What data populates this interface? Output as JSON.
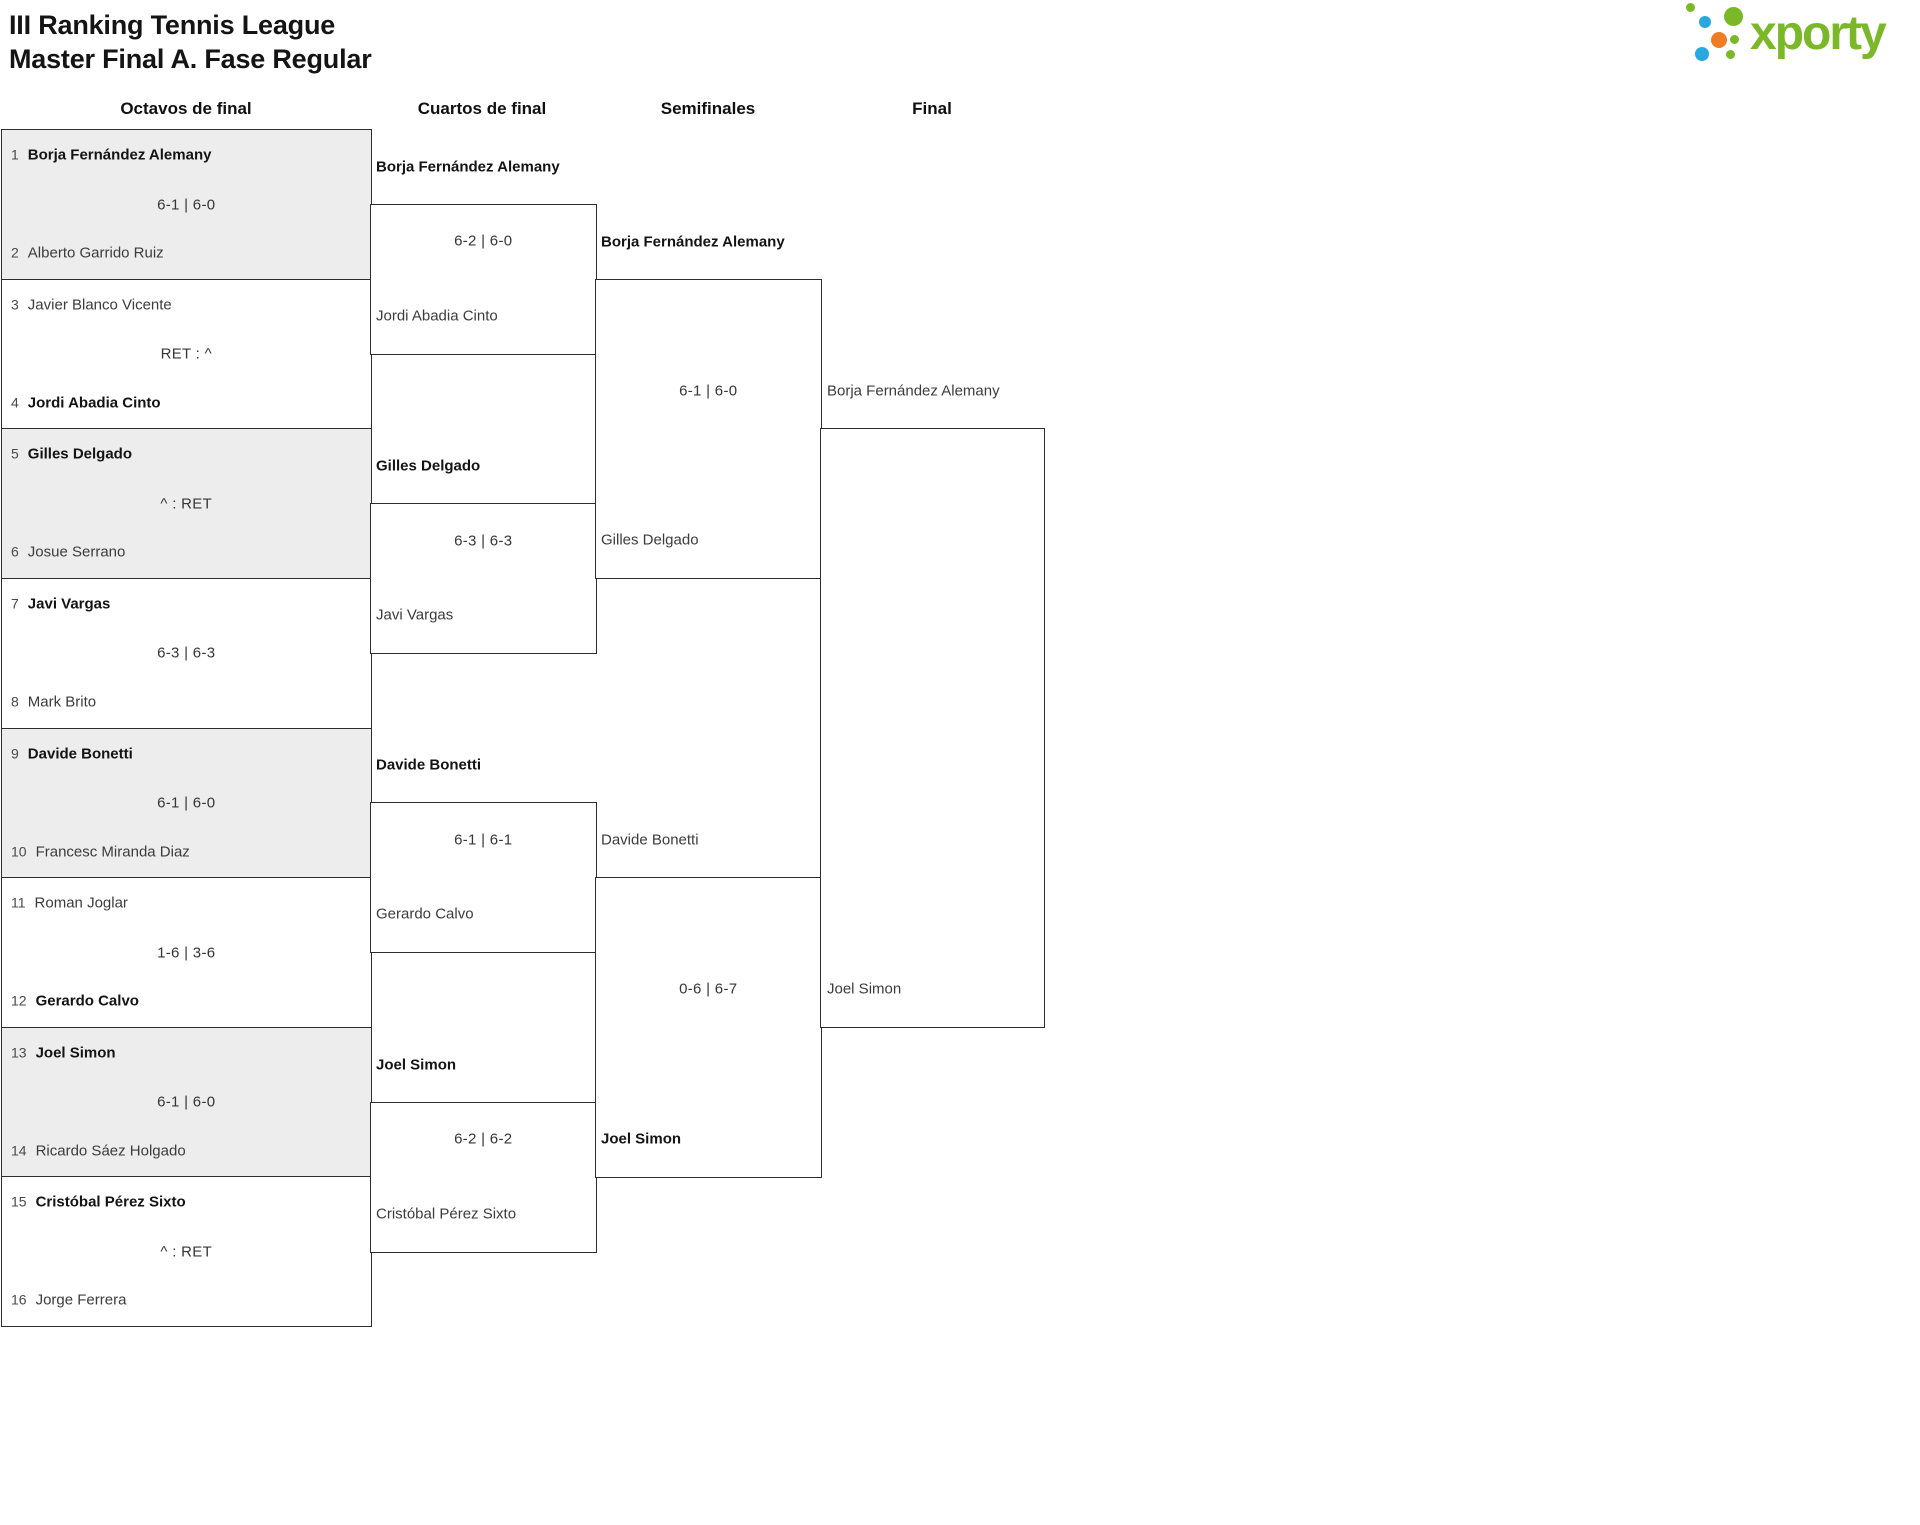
{
  "title": {
    "line1": "III Ranking Tennis League",
    "line2": "Master Final A. Fase Regular"
  },
  "logo": {
    "brand": "xporty"
  },
  "colors": {
    "brand_green": "#7ab828",
    "brand_blue": "#29a8df",
    "brand_orange": "#ee7d23",
    "shaded_row": "#ededed",
    "line": "#2d2d2d"
  },
  "headers": {
    "r16": "Octavos de final",
    "qf": "Cuartos de final",
    "sf": "Semifinales",
    "final": "Final"
  },
  "r16": [
    {
      "seed1": "1",
      "p1": "Borja Fernández Alemany",
      "p1_win": true,
      "score": "6-1 | 6-0",
      "seed2": "2",
      "p2": "Alberto Garrido Ruiz",
      "p2_win": false
    },
    {
      "seed1": "3",
      "p1": "Javier Blanco Vicente",
      "p1_win": false,
      "score": "RET : ^",
      "seed2": "4",
      "p2": "Jordi Abadia Cinto",
      "p2_win": true
    },
    {
      "seed1": "5",
      "p1": "Gilles Delgado",
      "p1_win": true,
      "score": "^ : RET",
      "seed2": "6",
      "p2": "Josue Serrano",
      "p2_win": false
    },
    {
      "seed1": "7",
      "p1": "Javi Vargas",
      "p1_win": true,
      "score": "6-3 | 6-3",
      "seed2": "8",
      "p2": "Mark Brito",
      "p2_win": false
    },
    {
      "seed1": "9",
      "p1": "Davide Bonetti",
      "p1_win": true,
      "score": "6-1 | 6-0",
      "seed2": "10",
      "p2": "Francesc Miranda Diaz",
      "p2_win": false
    },
    {
      "seed1": "11",
      "p1": "Roman Joglar",
      "p1_win": false,
      "score": "1-6 | 3-6",
      "seed2": "12",
      "p2": "Gerardo Calvo",
      "p2_win": true
    },
    {
      "seed1": "13",
      "p1": "Joel Simon",
      "p1_win": true,
      "score": "6-1 | 6-0",
      "seed2": "14",
      "p2": "Ricardo Sáez Holgado",
      "p2_win": false
    },
    {
      "seed1": "15",
      "p1": "Cristóbal Pérez Sixto",
      "p1_win": true,
      "score": "^ : RET",
      "seed2": "16",
      "p2": "Jorge Ferrera",
      "p2_win": false
    }
  ],
  "qf": [
    {
      "p1": "Borja Fernández Alemany",
      "p1_win": true,
      "score": "6-2 | 6-0",
      "p2": "Jordi Abadia Cinto",
      "p2_win": false
    },
    {
      "p1": "Gilles Delgado",
      "p1_win": true,
      "score": "6-3 | 6-3",
      "p2": "Javi Vargas",
      "p2_win": false
    },
    {
      "p1": "Davide Bonetti",
      "p1_win": true,
      "score": "6-1 | 6-1",
      "p2": "Gerardo Calvo",
      "p2_win": false
    },
    {
      "p1": "Joel Simon",
      "p1_win": true,
      "score": "6-2 | 6-2",
      "p2": "Cristóbal Pérez Sixto",
      "p2_win": false
    }
  ],
  "sf": [
    {
      "p1": "Borja Fernández Alemany",
      "p1_win": true,
      "score": "6-1 | 6-0",
      "p2": "Gilles Delgado",
      "p2_win": false
    },
    {
      "p1": "Davide Bonetti",
      "p1_win": false,
      "score": "0-6 | 6-7",
      "p2": "Joel Simon",
      "p2_win": true
    }
  ],
  "fin": {
    "p1": "Borja Fernández Alemany",
    "p1_win": false,
    "p2": "Joel Simon",
    "p2_win": false
  }
}
